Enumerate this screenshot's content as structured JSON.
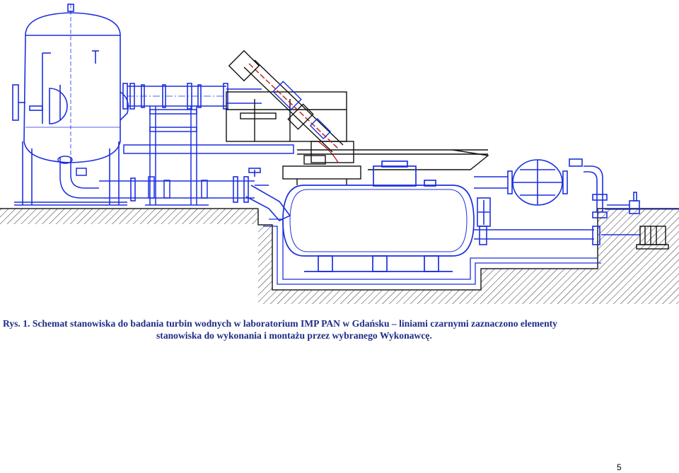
{
  "caption": {
    "line1": "Rys. 1. Schemat stanowiska do badania turbin wodnych w laboratorium IMP PAN w Gdańsku – liniami czarnymi zaznaczono elementy",
    "line2": "stanowiska do wykonania i montażu przez wybranego Wykonawcę."
  },
  "page_number": "5",
  "colors": {
    "line": "#1c2fe0",
    "dark": "#101010",
    "red": "#c01818",
    "caption": "#1f2c86"
  }
}
